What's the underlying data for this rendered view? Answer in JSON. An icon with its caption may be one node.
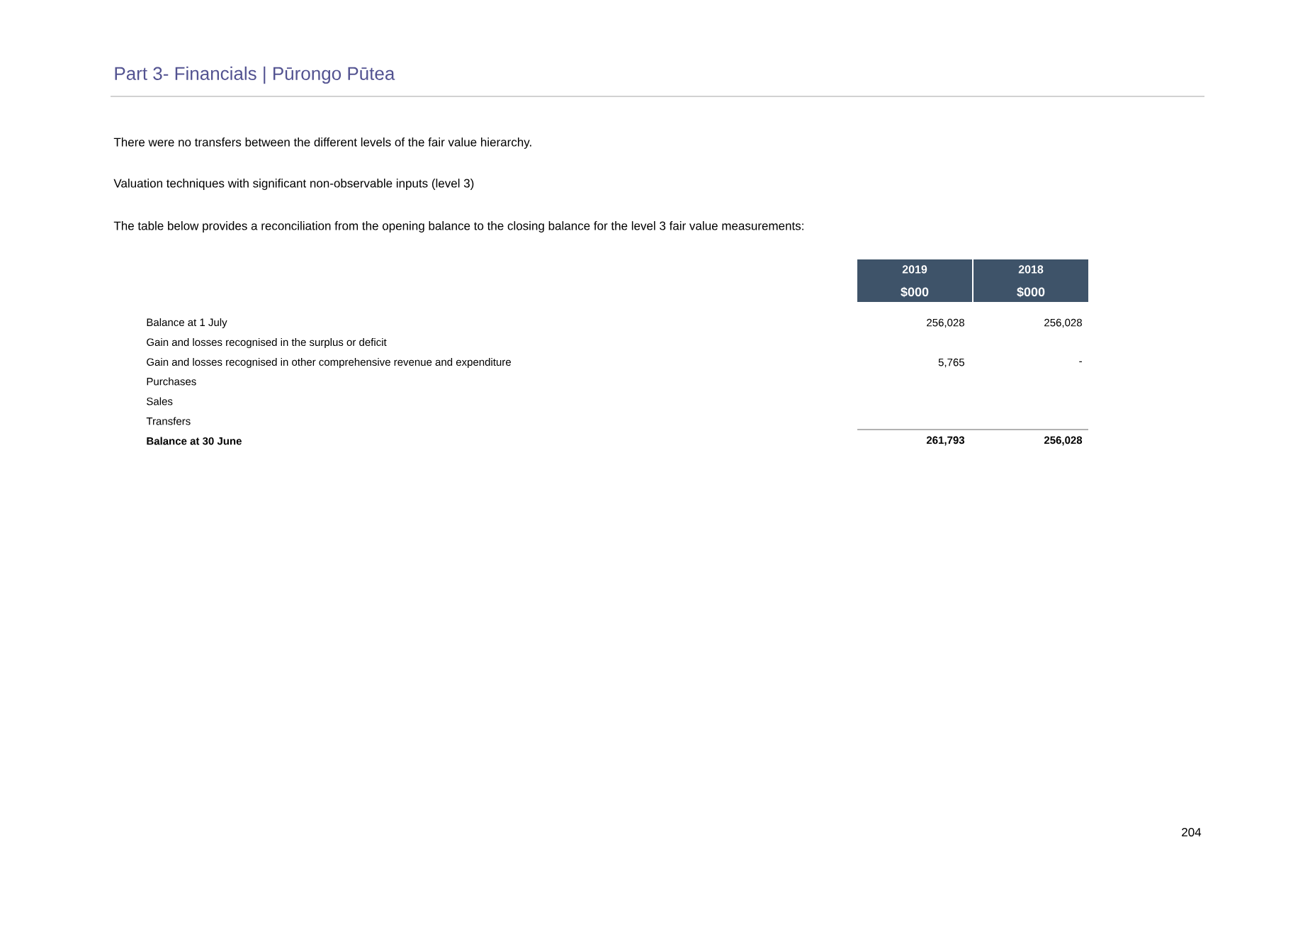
{
  "diagram": {
    "title": "Part 3- Financials | Pūrongo Pūtea",
    "labels": [
      "There were no transfers between the different levels of the fair value hierarchy.",
      "Valuation techniques with significant non-observable inputs (level 3)",
      "The table below provides a reconciliation from the opening balance to the closing balance for the level 3 fair value measurements:",
      "2019",
      "2018",
      "$000",
      "$000",
      "Balance at 1 July",
      "256,028",
      "256,028",
      "Gain and losses recognised in the surplus or deficit",
      "Gain and losses recognised in other comprehensive revenue and expenditure",
      "5,765",
      "-",
      "Purchases",
      "Sales",
      "Transfers",
      "Balance at 30 June",
      "261,793",
      "256,028",
      "204"
    ]
  }
}
